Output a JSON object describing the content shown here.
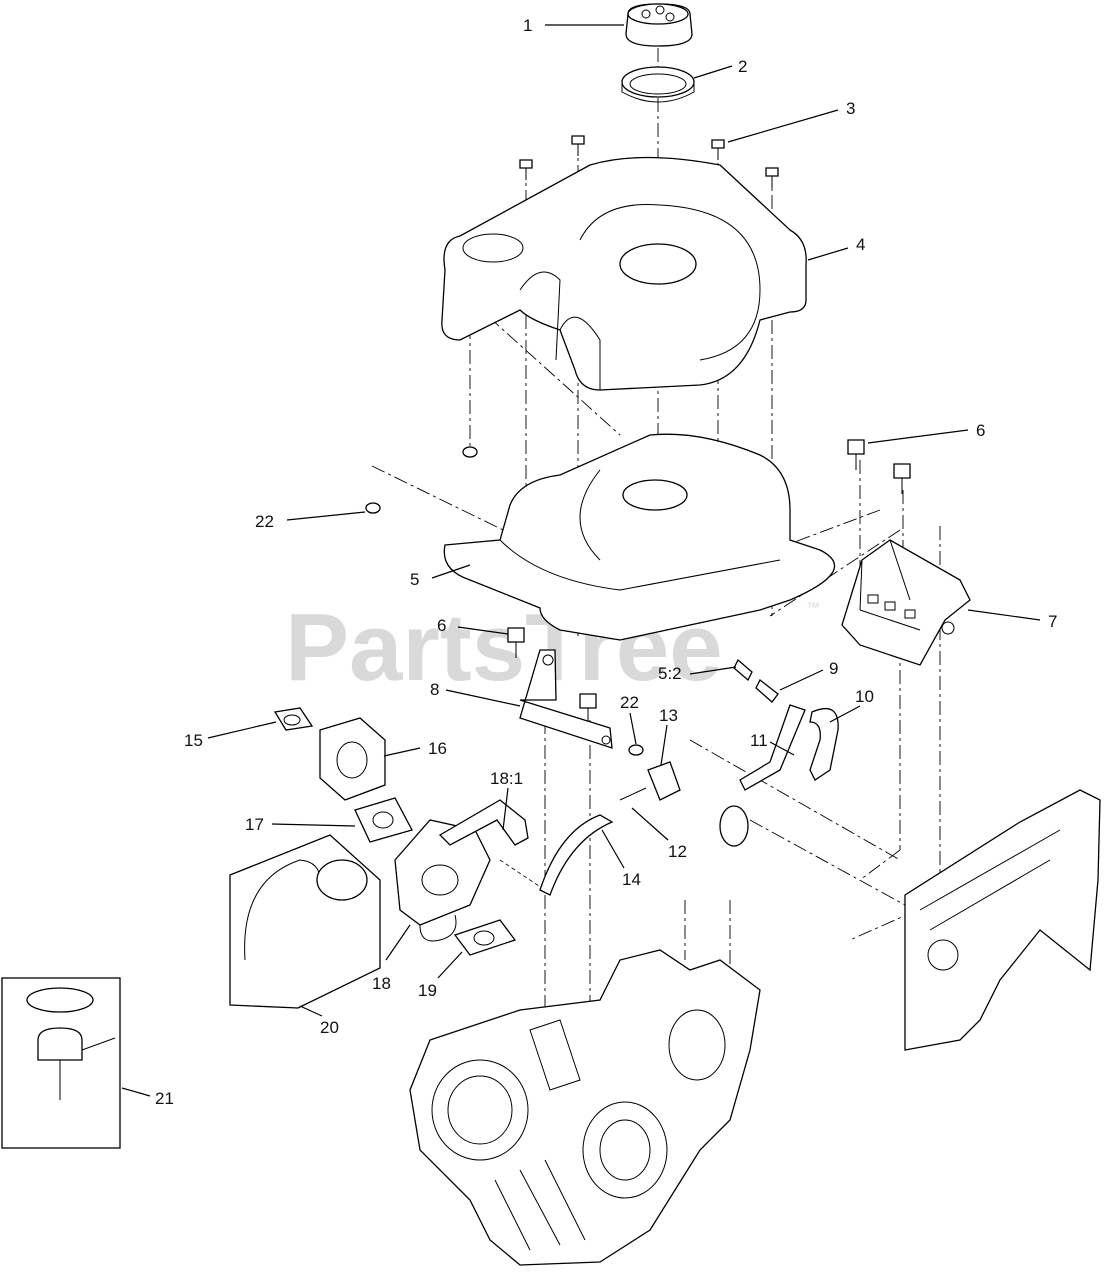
{
  "watermark": {
    "text": "PartsTree",
    "trademark": "™"
  },
  "callouts": [
    {
      "id": "c1",
      "label": "1"
    },
    {
      "id": "c2",
      "label": "2"
    },
    {
      "id": "c3",
      "label": "3"
    },
    {
      "id": "c4",
      "label": "4"
    },
    {
      "id": "c6a",
      "label": "6"
    },
    {
      "id": "c22a",
      "label": "22"
    },
    {
      "id": "c5",
      "label": "5"
    },
    {
      "id": "c7",
      "label": "7"
    },
    {
      "id": "c6b",
      "label": "6"
    },
    {
      "id": "c52",
      "label": "5:2"
    },
    {
      "id": "c9",
      "label": "9"
    },
    {
      "id": "c8",
      "label": "8"
    },
    {
      "id": "c10",
      "label": "10"
    },
    {
      "id": "c22b",
      "label": "22"
    },
    {
      "id": "c13",
      "label": "13"
    },
    {
      "id": "c15",
      "label": "15"
    },
    {
      "id": "c16",
      "label": "16"
    },
    {
      "id": "c11",
      "label": "11"
    },
    {
      "id": "c181",
      "label": "18:1"
    },
    {
      "id": "c17",
      "label": "17"
    },
    {
      "id": "c12",
      "label": "12"
    },
    {
      "id": "c14",
      "label": "14"
    },
    {
      "id": "c18",
      "label": "18"
    },
    {
      "id": "c19",
      "label": "19"
    },
    {
      "id": "c20",
      "label": "20"
    },
    {
      "id": "c21",
      "label": "21"
    }
  ]
}
